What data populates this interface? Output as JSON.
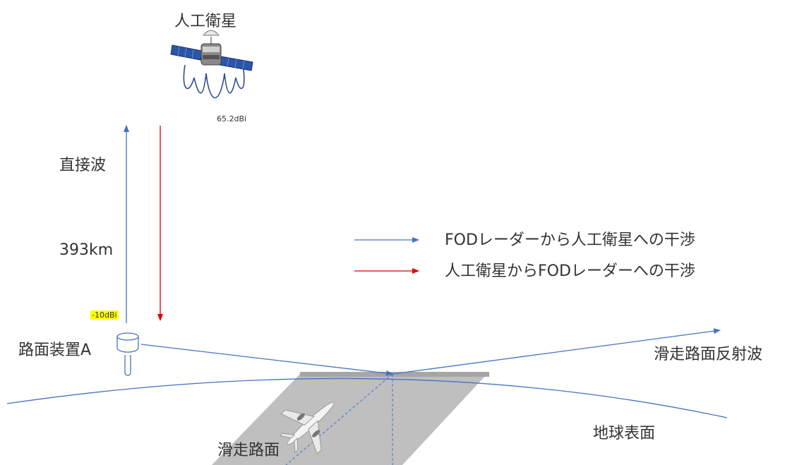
{
  "satellite": {
    "label": "人工衛星",
    "gain": "65.2dBi",
    "icon": "satellite-icon"
  },
  "direct_wave": {
    "label": "直接波",
    "distance": "393km"
  },
  "device": {
    "label": "路面装置A",
    "gain": "-10dBi",
    "icon": "radar-device-icon"
  },
  "legend": {
    "items": [
      {
        "text": "FODレーダーから人工衛星への干渉",
        "color": "#4472c4"
      },
      {
        "text": "人工衛星からFODレーダーへの干渉",
        "color": "#e00000"
      }
    ]
  },
  "reflection": {
    "label": "滑走路面反射波"
  },
  "earth": {
    "label": "地球表面"
  },
  "runway": {
    "label": "滑走路面",
    "color": "#bfbfbf",
    "icon": "airplane-icon"
  },
  "colors": {
    "blue": "#4472c4",
    "red": "#e00000",
    "runway": "#bfbfbf",
    "highlight": "#ffff00"
  }
}
